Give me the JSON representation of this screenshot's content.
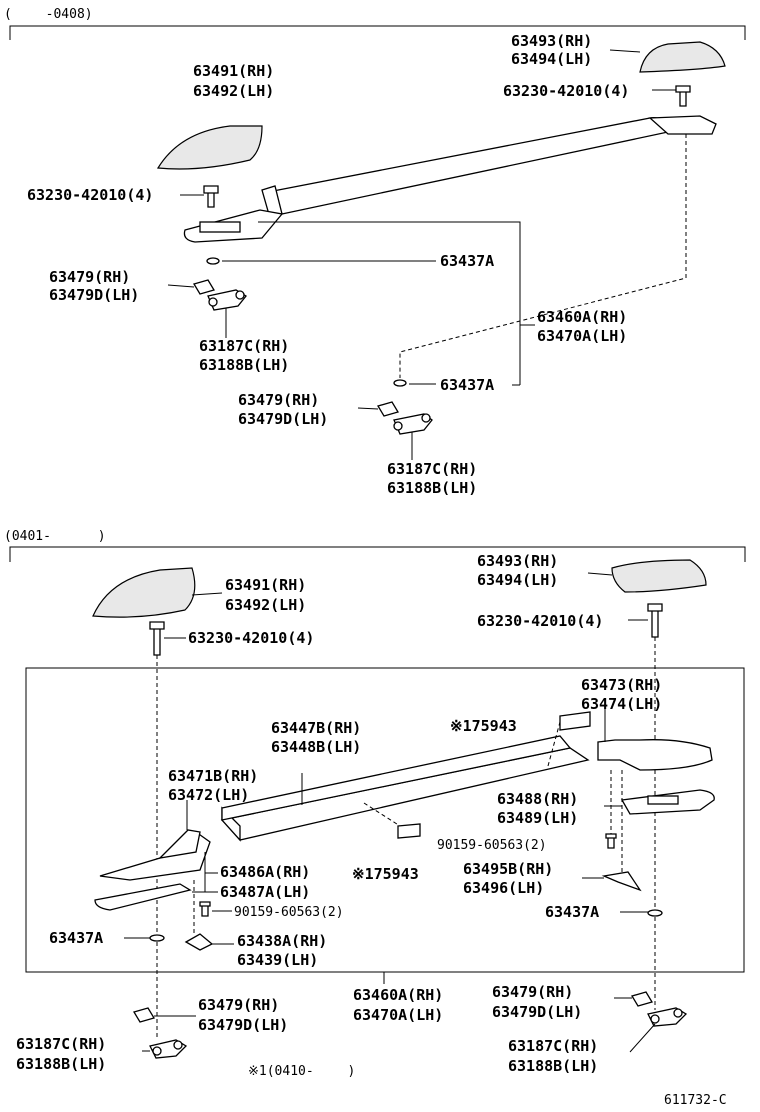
{
  "sections": {
    "top_range": "(　　 -0408)",
    "bottom_range": "(0401- 　　　)"
  },
  "labels": {
    "t_63493": "63493(RH)",
    "t_63494": "63494(LH)",
    "t_63230_right": "63230-42010(4)",
    "t_63491": "63491(RH)",
    "t_63492": "63492(LH)",
    "t_63230_left": "63230-42010(4)",
    "t_63437A_1": "63437A",
    "t_63479_1": "63479(RH)",
    "t_63479D_1": "63479D(LH)",
    "t_63460A": "63460A(RH)",
    "t_63470A": "63470A(LH)",
    "t_63187C_1": "63187C(RH)",
    "t_63188B_1": "63188B(LH)",
    "t_63479_2": "63479(RH)",
    "t_63479D_2": "63479D(LH)",
    "t_63437A_2": "63437A",
    "t_63187C_2": "63187C(RH)",
    "t_63188B_2": "63188B(LH)",
    "b_63493": "63493(RH)",
    "b_63494": "63494(LH)",
    "b_63491": "63491(RH)",
    "b_63492": "63492(LH)",
    "b_63230_left": "63230-42010(4)",
    "b_63230_right": "63230-42010(4)",
    "b_63473": "63473(RH)",
    "b_63474": "63474(LH)",
    "b_75943_top": "※175943",
    "b_63447B": "63447B(RH)",
    "b_63448B": "63448B(LH)",
    "b_63471B": "63471B(RH)",
    "b_63472": "63472(LH)",
    "b_63488": "63488(RH)",
    "b_63489": "63489(LH)",
    "b_90159_right": "90159-60563(2)",
    "b_63486A": "63486A(RH)",
    "b_63487A": "63487A(LH)",
    "b_75943_mid": "※175943",
    "b_63495B": "63495B(RH)",
    "b_63496": "63496(LH)",
    "b_90159_left": "90159-60563(2)",
    "b_63437A_right": "63437A",
    "b_63437A_left": "63437A",
    "b_63438A": "63438A(RH)",
    "b_63439": "63439(LH)",
    "b_63460A": "63460A(RH)",
    "b_63470A": "63470A(LH)",
    "b_63479_left": "63479(RH)",
    "b_63479D_left": "63479D(LH)",
    "b_63479_right": "63479(RH)",
    "b_63479D_right": "63479D(LH)",
    "b_63187C_left": "63187C(RH)",
    "b_63188B_left": "63188B(LH)",
    "b_63187C_right": "63187C(RH)",
    "b_63188B_right": "63188B(LH)",
    "footnote": "※1(0410- 　　)",
    "figure_code": "611732-C"
  }
}
